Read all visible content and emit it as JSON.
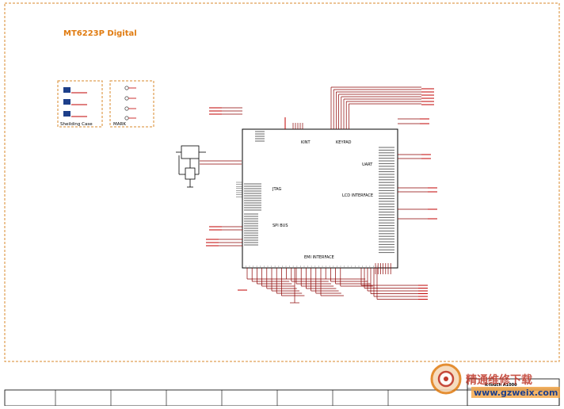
{
  "title": "MT6223P Digital",
  "chip": {
    "blocks": {
      "kbpad": "KEYPAD",
      "kint": "KINT",
      "uart": "UART",
      "lcd": "LCD INTERFACE",
      "jtag": "JTAG",
      "spi": "SPI BUS",
      "emi": "EMI INTERFACE"
    }
  },
  "shielding": {
    "label": "Sheilding Case"
  },
  "mark": {
    "label": "MARK"
  },
  "titleblock": {
    "model": "K-Touch A1000"
  },
  "watermark": {
    "cn": "精通维修下载",
    "url": "www.gzweix.com"
  },
  "colors": {
    "border": "#d98a2b",
    "title": "#e07b10",
    "wire": "#8b0000",
    "net": "#c00000",
    "ink": "#000000"
  }
}
